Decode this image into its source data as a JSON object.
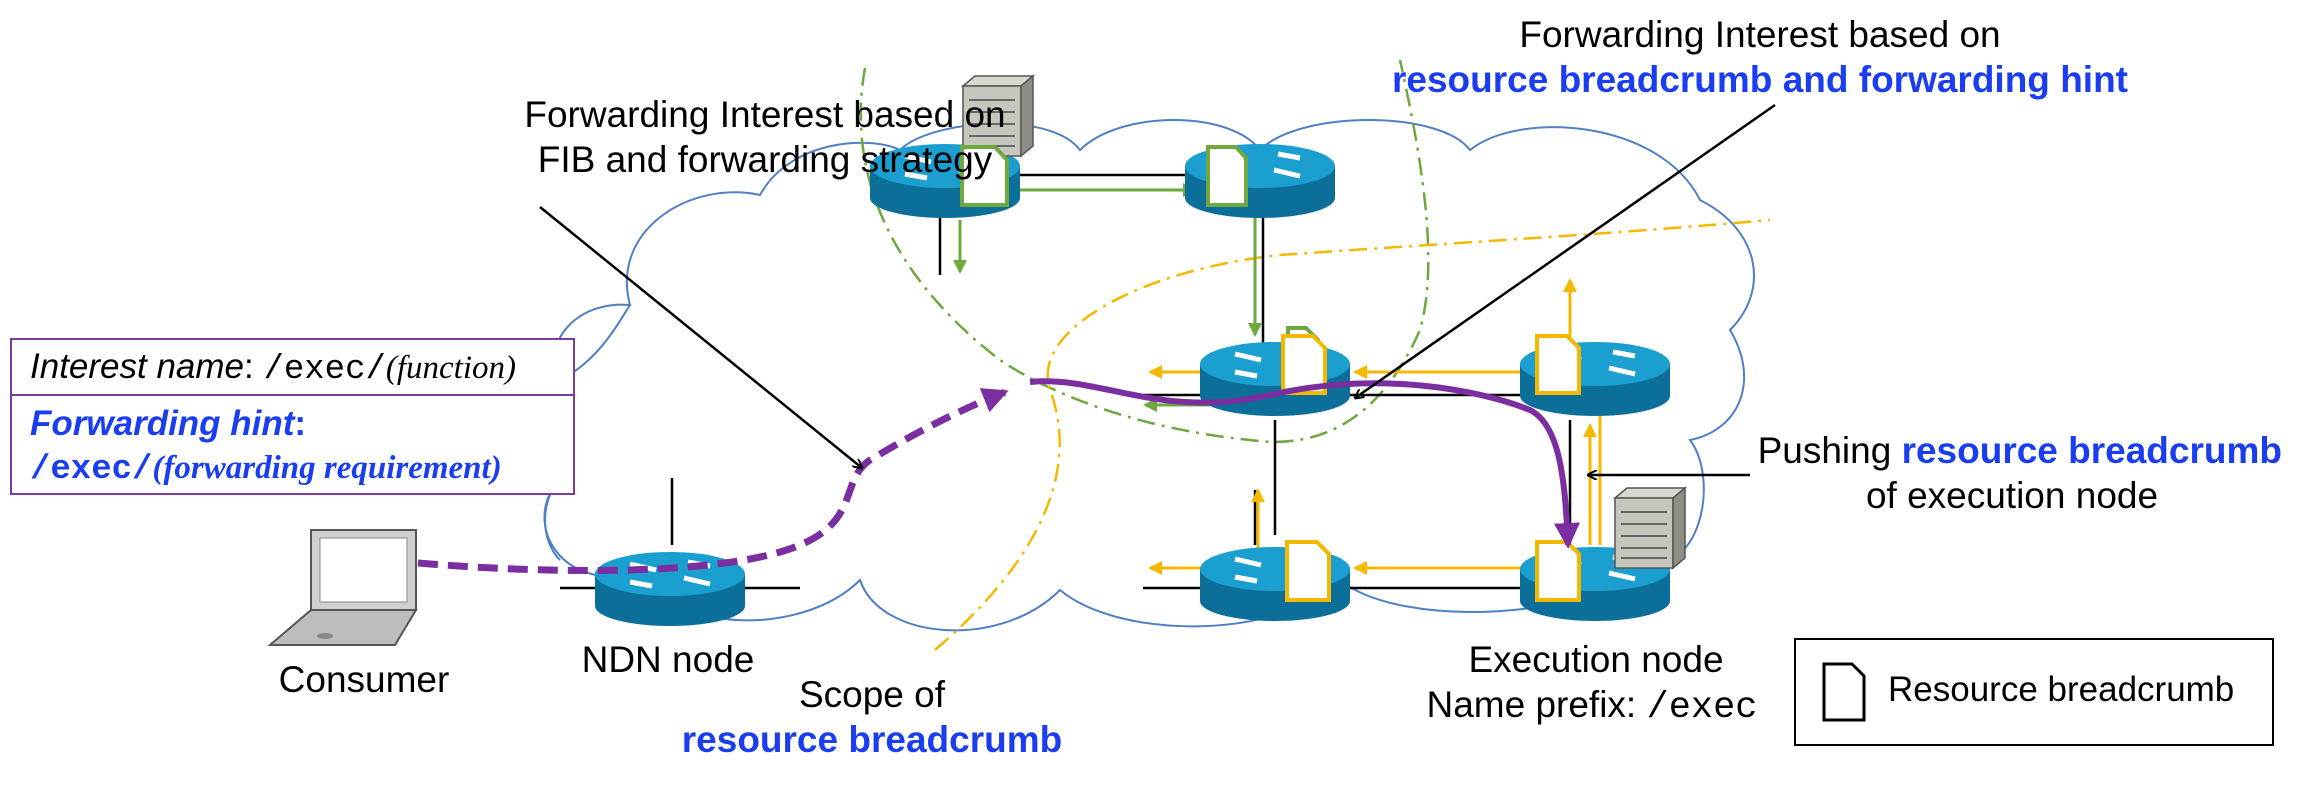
{
  "labels": {
    "fib_annotation_line1": "Forwarding Interest based on",
    "fib_annotation_line2": "FIB and forwarding strategy",
    "hint_annotation_line1": "Forwarding Interest based on",
    "hint_annotation_line2": "resource breadcrumb and forwarding hint",
    "push_annotation_prefix": "Pushing ",
    "push_annotation_blue": "resource breadcrumb",
    "push_annotation_line2": "of execution node",
    "consumer": "Consumer",
    "ndn_node": "NDN node",
    "scope_line1": "Scope of",
    "scope_line2": "resource breadcrumb",
    "execution_node": "Execution node",
    "name_prefix_label": "Name prefix: ",
    "name_prefix_value": "/exec"
  },
  "interest_box": {
    "name_label": "Interest name",
    "name_sep": ": ",
    "name_value": "/exec/",
    "name_fn": "(function)",
    "hint_label": "Forwarding hint",
    "hint_colon": ":",
    "hint_value": "/exec/",
    "hint_req": "(forwarding requirement)"
  },
  "legend": {
    "label": "Resource breadcrumb"
  },
  "colors": {
    "green": "#6ea83e",
    "yellow": "#f5b800",
    "purple": "#7a2ea0",
    "blue_text": "#1a3df0",
    "router_top": "#1a9fd0",
    "router_side": "#0b6f9a",
    "cloud": "#4f7fc4"
  },
  "icons": {
    "router": "router-icon",
    "server": "server-icon",
    "laptop": "laptop-icon",
    "breadcrumb": "breadcrumb-document-icon"
  }
}
